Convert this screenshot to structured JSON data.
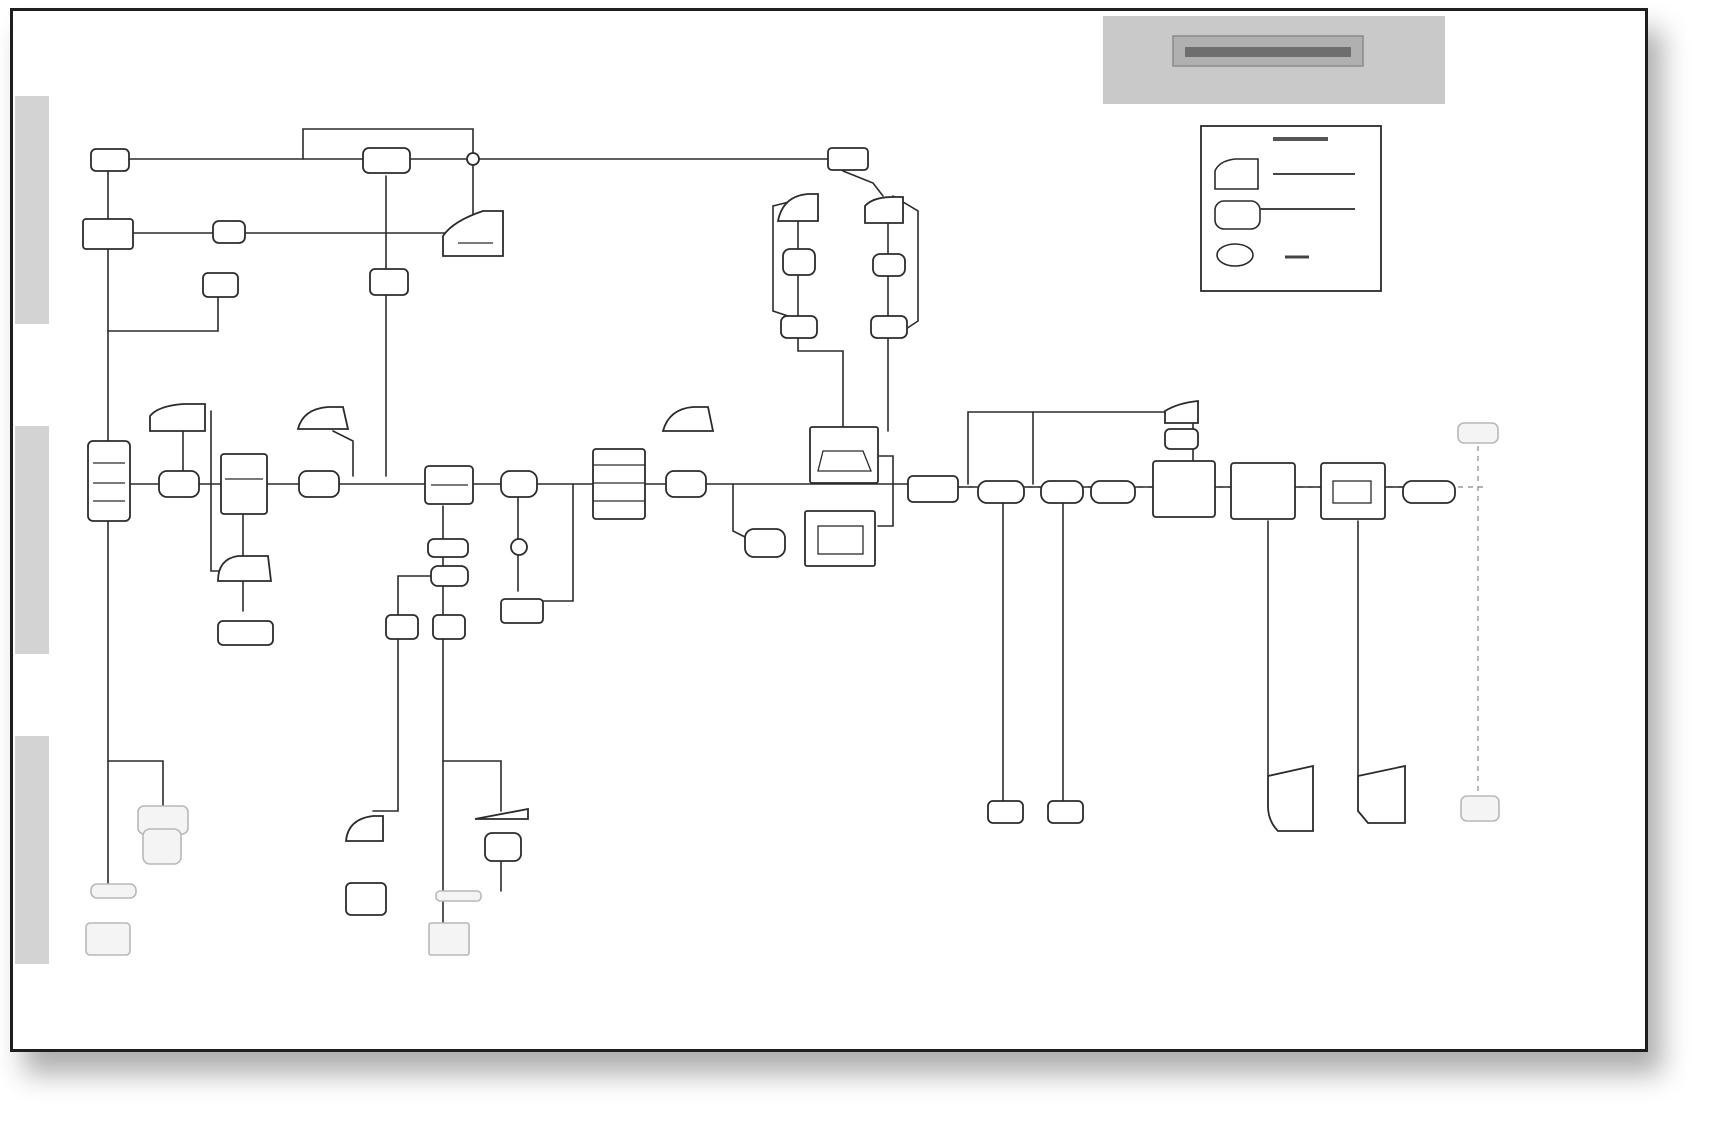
{
  "frame_border_color": "#1e1e1e",
  "line_color": "#2b2b2b",
  "title_box": {
    "fill": "#c9c9c9",
    "text": "",
    "legible": false
  },
  "legend": {
    "entries": [
      {
        "icon": "trapezoid-shape-icon",
        "label": ""
      },
      {
        "icon": "rounded-rect-shape-icon",
        "label": ""
      },
      {
        "icon": "ellipse-shape-icon",
        "label": ""
      }
    ]
  },
  "nodes": [
    {
      "id": "n1",
      "shape": "rect",
      "label": ""
    },
    {
      "id": "n2",
      "shape": "rect",
      "label": ""
    },
    {
      "id": "n3",
      "shape": "rect",
      "label": ""
    },
    {
      "id": "n4",
      "shape": "rect",
      "label": ""
    },
    {
      "id": "n5",
      "shape": "rect",
      "label": ""
    },
    {
      "id": "n6",
      "shape": "trapezoid",
      "label": ""
    },
    {
      "id": "n7",
      "shape": "rect",
      "label": ""
    },
    {
      "id": "n8",
      "shape": "rect",
      "label": ""
    },
    {
      "id": "n9",
      "shape": "rect",
      "label": ""
    },
    {
      "id": "n10",
      "shape": "rect",
      "label": ""
    }
  ]
}
